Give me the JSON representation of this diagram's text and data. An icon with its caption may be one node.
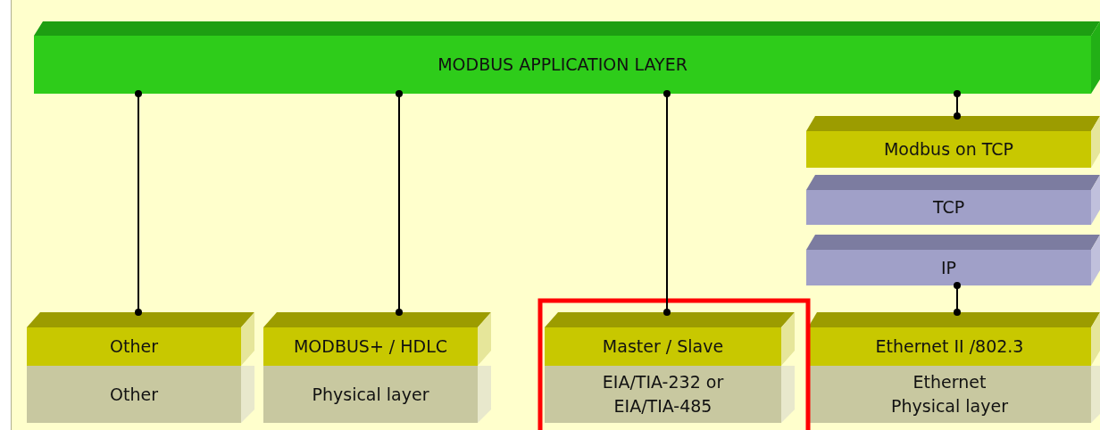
{
  "diagram": {
    "nodes": [
      {
        "text": [
          "MODBUS APPLICATION LAYER"
        ]
      },
      {
        "text": [
          "Modbus on TCP"
        ]
      },
      {
        "text": [
          "TCP"
        ]
      },
      {
        "text": [
          "IP"
        ]
      },
      {
        "text": [
          "Other"
        ]
      },
      {
        "text": [
          "Other"
        ]
      },
      {
        "text": [
          "MODBUS+ / HDLC"
        ]
      },
      {
        "text": [
          "Physical layer"
        ]
      },
      {
        "text": [
          "Master / Slave"
        ]
      },
      {
        "text": [
          "EIA/TIA-232 or EIA/TIA-485"
        ]
      },
      {
        "text": [
          "Ethernet II /802.3"
        ]
      },
      {
        "text": [
          "Ethernet Physical layer"
        ]
      }
    ],
    "edges": [
      {
        "from": 0,
        "to": 4,
        "arrow": "other"
      },
      {
        "from": 0,
        "to": 6,
        "arrow": "other"
      },
      {
        "from": 0,
        "to": 8,
        "arrow": "other"
      },
      {
        "from": 0,
        "to": 1,
        "arrow": "other"
      },
      {
        "from": 3,
        "to": 10,
        "arrow": "other"
      }
    ]
  }
}
